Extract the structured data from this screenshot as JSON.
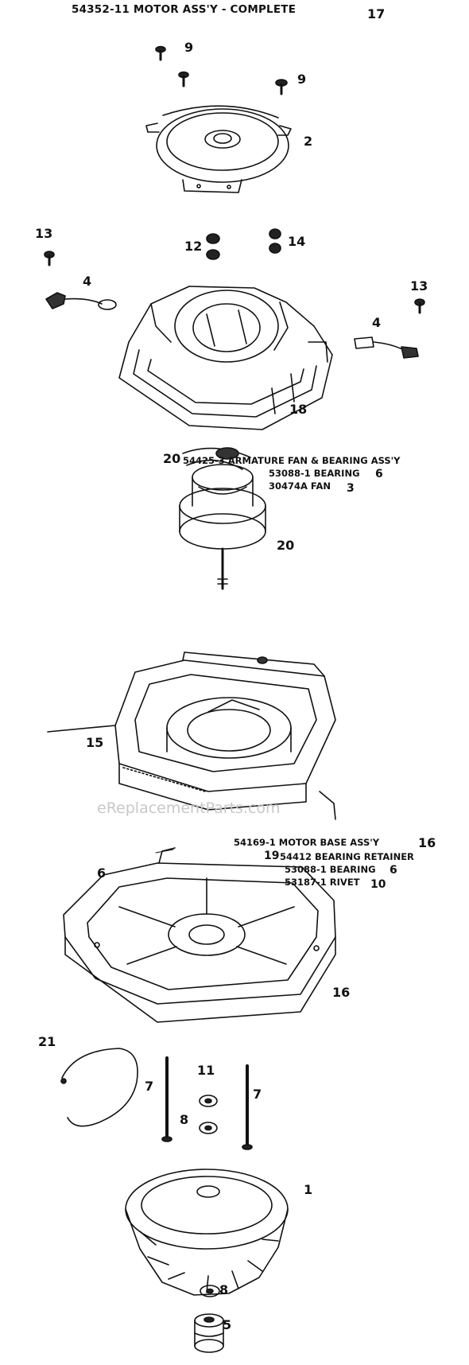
{
  "title": {
    "text": "54352-11 MOTOR ASS'Y - COMPLETE",
    "callout": "17"
  },
  "assemblies": {
    "armature": {
      "callout": "20",
      "text": "54425-3 ARMATURE FAN & BEARING ASS'Y"
    },
    "armature_bearing": {
      "text": "53088-1 BEARING",
      "callout": "6"
    },
    "armature_fan": {
      "text": "30474A FAN",
      "callout": "3"
    },
    "base": {
      "text": "54169-1 MOTOR BASE ASS'Y",
      "callout": "16"
    },
    "base_retainer": {
      "callout": "19",
      "text": "54412 BEARING RETAINER"
    },
    "base_bearing": {
      "text": "53088-1 BEARING",
      "callout": "6"
    },
    "base_rivet": {
      "text": "53187-1 RIVET",
      "callout": "10"
    }
  },
  "callouts": [
    {
      "id": "9",
      "name": "callout-9-a"
    },
    {
      "id": "9",
      "name": "callout-9-b"
    },
    {
      "id": "2",
      "name": "callout-2"
    },
    {
      "id": "13",
      "name": "callout-13-left"
    },
    {
      "id": "12",
      "name": "callout-12"
    },
    {
      "id": "14",
      "name": "callout-14"
    },
    {
      "id": "4",
      "name": "callout-4-left"
    },
    {
      "id": "13",
      "name": "callout-13-right"
    },
    {
      "id": "4",
      "name": "callout-4-right"
    },
    {
      "id": "18",
      "name": "callout-18"
    },
    {
      "id": "20",
      "name": "callout-20"
    },
    {
      "id": "15",
      "name": "callout-15"
    },
    {
      "id": "6",
      "name": "callout-6"
    },
    {
      "id": "16",
      "name": "callout-16"
    },
    {
      "id": "21",
      "name": "callout-21"
    },
    {
      "id": "11",
      "name": "callout-11"
    },
    {
      "id": "7",
      "name": "callout-7-left"
    },
    {
      "id": "7",
      "name": "callout-7-right"
    },
    {
      "id": "8",
      "name": "callout-8-top"
    },
    {
      "id": "1",
      "name": "callout-1"
    },
    {
      "id": "8",
      "name": "callout-8-bottom"
    },
    {
      "id": "5",
      "name": "callout-5"
    }
  ],
  "watermark": "eReplacementParts.com"
}
